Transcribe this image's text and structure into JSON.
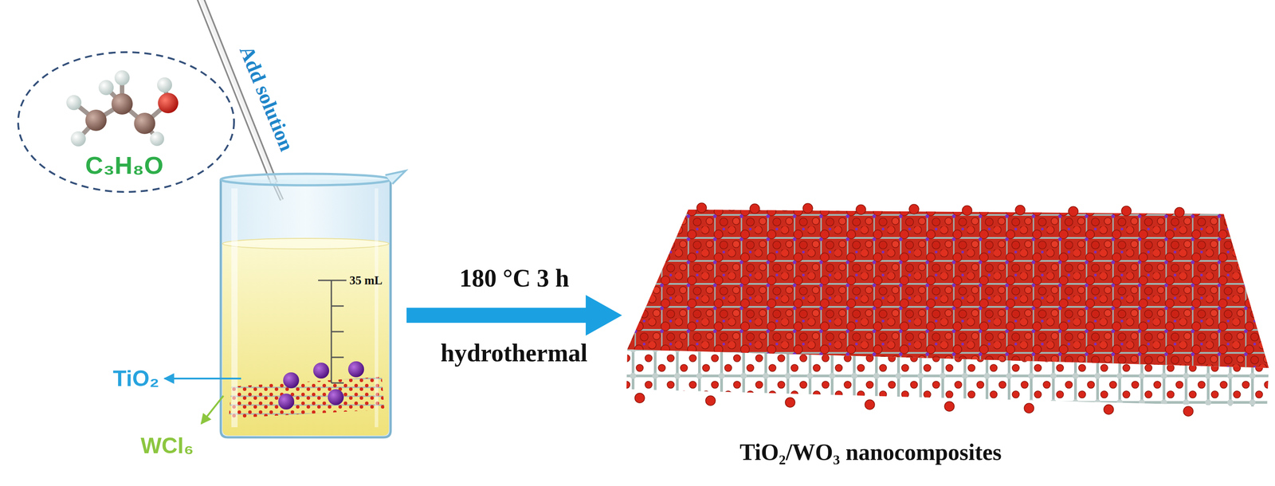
{
  "diagram": {
    "nodes": [
      {
        "text": [
          "C₃H₈O"
        ]
      },
      {
        "text": [
          "35 mL"
        ]
      },
      {
        "text": [
          "TiO₂/WO₃ nanocomposites"
        ]
      }
    ],
    "edges": [
      {
        "from": 1,
        "to": 2,
        "arrow": "to",
        "label": "180 °C 3 h"
      }
    ],
    "labels": [
      "Add solution",
      "TiO₂",
      "WCl₆",
      "hydrothermal"
    ]
  }
}
